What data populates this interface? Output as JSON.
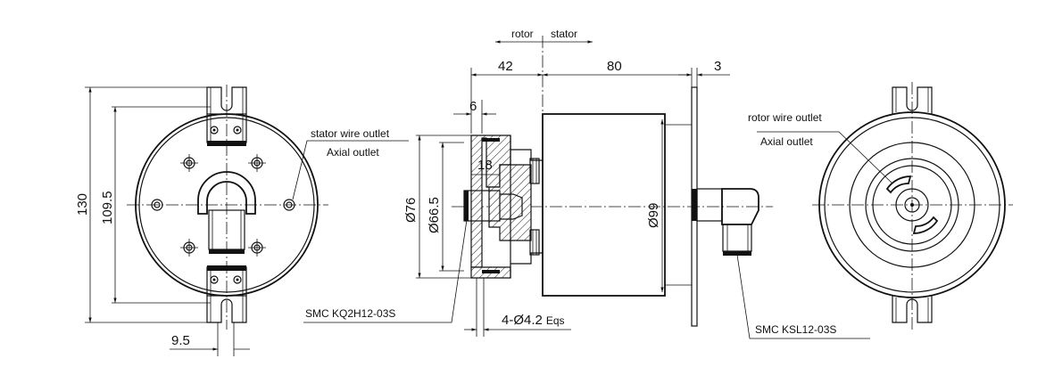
{
  "dimensions": {
    "rotor": "rotor",
    "stator": "stator",
    "d42": "42",
    "d80": "80",
    "d3": "3",
    "d6": "6",
    "d18": "18",
    "d130": "130",
    "d109": "109.5",
    "d95": "9.5",
    "dia76": "Ø76",
    "dia665": "Ø66.5",
    "dia99": "Ø99",
    "holes_prefix": "4-Ø4.2",
    "holes_suffix": "Eqs"
  },
  "labels": {
    "stator_outlet": "stator wire outlet",
    "axial_outlet_left": "Axial outlet",
    "rotor_outlet": "rotor wire outlet",
    "axial_outlet_right": "Axial outlet",
    "fitting_left": "SMC KQ2H12-03S",
    "fitting_right": "SMC KSL12-03S"
  }
}
